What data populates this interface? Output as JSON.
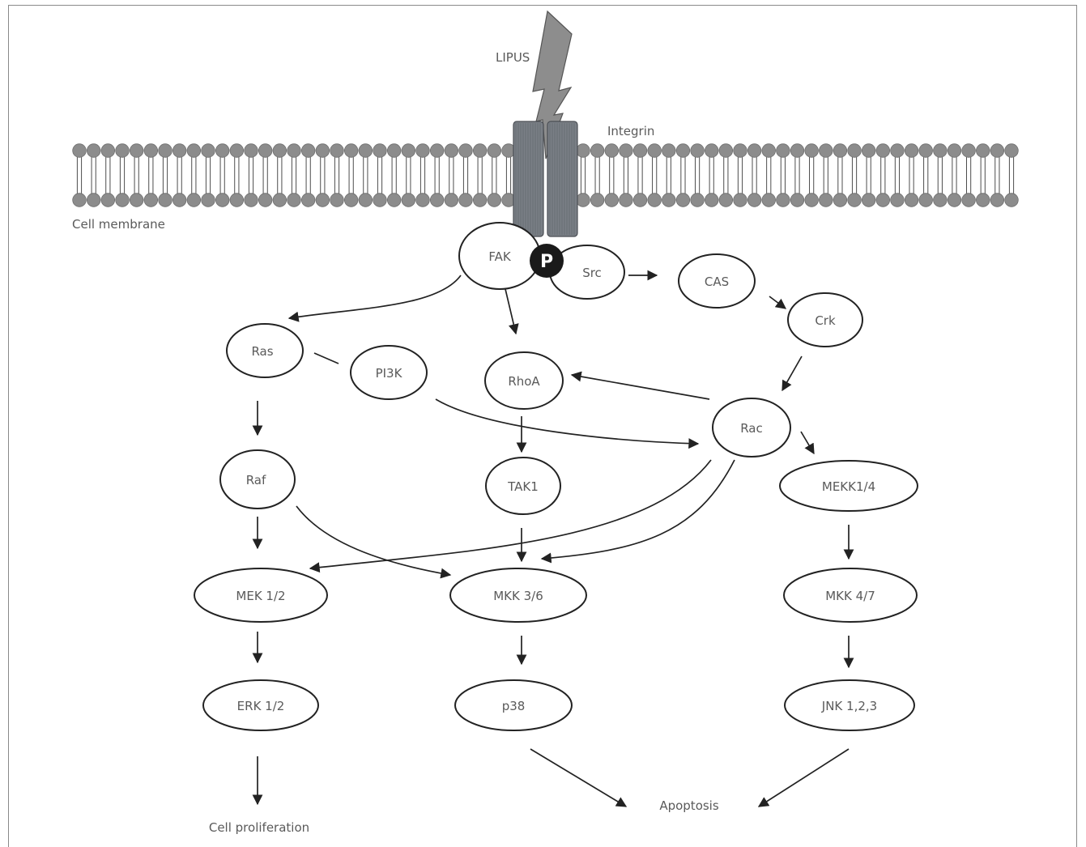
{
  "stimulus": {
    "label": "LIPUS"
  },
  "receptor": {
    "label": "Integrin"
  },
  "membrane": {
    "label": "Cell membrane"
  },
  "phospho": {
    "label": "P"
  },
  "nodes": {
    "fak": "FAK",
    "src": "Src",
    "cas": "CAS",
    "crk": "Crk",
    "ras": "Ras",
    "pi3k": "PI3K",
    "rhoa": "RhoA",
    "rac": "Rac",
    "raf": "Raf",
    "tak1": "TAK1",
    "mekk14": "MEKK1/4",
    "mek12": "MEK 1/2",
    "mkk36": "MKK 3/6",
    "mkk47": "MKK 4/7",
    "erk12": "ERK 1/2",
    "p38": "p38",
    "jnk123": "JNK 1,2,3"
  },
  "outcomes": {
    "proliferation": "Cell proliferation",
    "apoptosis": "Apoptosis"
  },
  "colors": {
    "membrane": "#8c8c8c",
    "integrin": "#7a7f86",
    "stroke": "#222222",
    "text": "#5a5a5a",
    "phospho": "#1a1a1a"
  }
}
